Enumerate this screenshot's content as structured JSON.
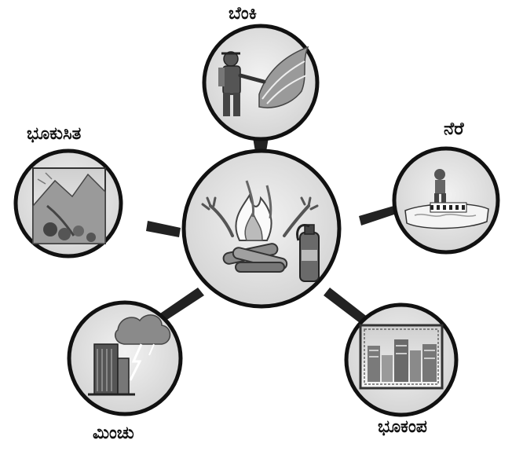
{
  "center": {
    "icon": "fire-with-extinguisher-icon"
  },
  "nodes": [
    {
      "id": "fire",
      "label": "ಬೆಂಕಿ",
      "icon": "firefighter-icon"
    },
    {
      "id": "flood",
      "label": "ನೆರೆ",
      "icon": "flood-icon"
    },
    {
      "id": "earthquake",
      "label": "ಭೂಕಂಪ",
      "icon": "earthquake-city-icon"
    },
    {
      "id": "lightning",
      "label": "ಮಿಂಚು",
      "icon": "lightning-building-icon"
    },
    {
      "id": "landslide",
      "label": "ಭೂಕುಸಿತ",
      "icon": "landslide-icon"
    }
  ],
  "colors": {
    "stroke": "#111111",
    "fill": "#e6e6e6",
    "connector": "#222222"
  }
}
